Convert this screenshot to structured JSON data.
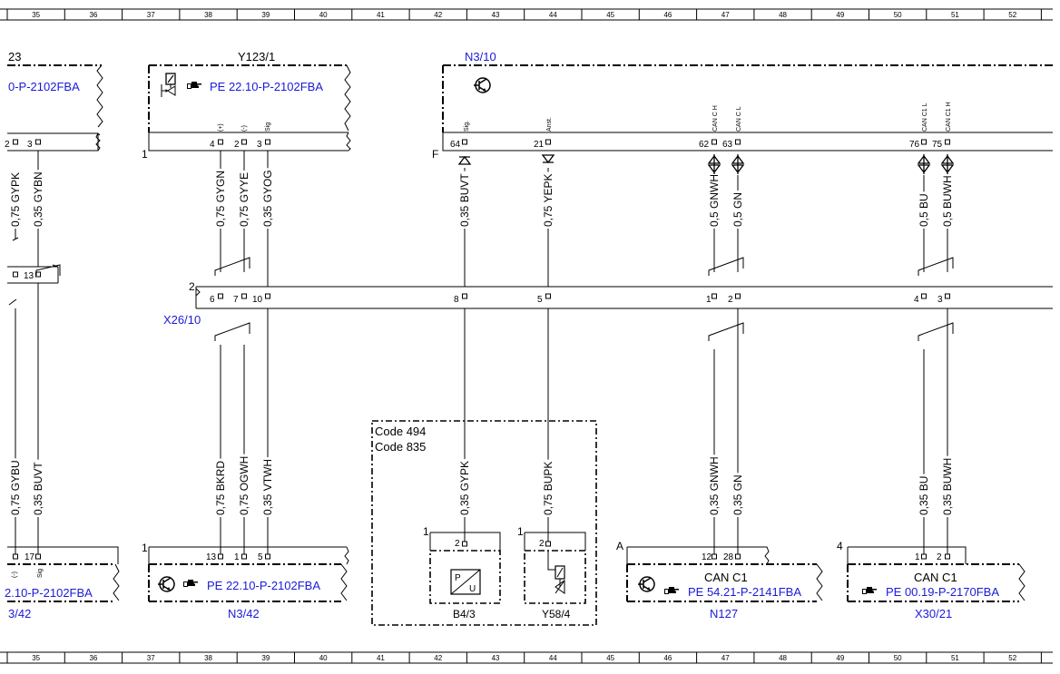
{
  "grid": {
    "columns": [
      "35",
      "36",
      "37",
      "38",
      "39",
      "40",
      "41",
      "42",
      "43",
      "44",
      "45",
      "46",
      "47",
      "48",
      "49",
      "50",
      "51",
      "52"
    ]
  },
  "components": {
    "left_top": {
      "code": "23",
      "ref": "0-P-2102FBA"
    },
    "y123_1": {
      "code": "Y123/1",
      "ref": "PE 22.10-P-2102FBA",
      "connector": "1"
    },
    "n3_10": {
      "code": "N3/10",
      "connector": "F"
    },
    "left_bottom": {
      "code": "3/42",
      "ref": "2.10-P-2102FBA"
    },
    "n3_42": {
      "code": "N3/42",
      "ref": "PE 22.10-P-2102FBA",
      "connector": "1"
    },
    "x26_10": {
      "code": "X26/10",
      "connector": "2"
    },
    "code_box": {
      "line1": "Code 494",
      "line2": "Code 835"
    },
    "b4_3": {
      "code": "B4/3",
      "connector": "1"
    },
    "y58_4": {
      "code": "Y58/4",
      "connector": "1"
    },
    "n127": {
      "code": "N127",
      "ref": "PE 54.21-P-2141FBA",
      "label": "CAN C1",
      "connector": "A"
    },
    "x30_21": {
      "code": "X30/21",
      "ref": "PE 00.19-P-2170FBA",
      "label": "CAN C1",
      "connector": "4"
    }
  },
  "pins": {
    "left_top": [
      "2",
      "3"
    ],
    "y123_1": [
      "4",
      "2",
      "3"
    ],
    "y123_1_sig": [
      "(+)",
      "(-)",
      "Sig"
    ],
    "n3_10": [
      "64",
      "21",
      "62",
      "63",
      "76",
      "75"
    ],
    "n3_10_sig": [
      "Sig.",
      "Anst.",
      "CAN C H",
      "CAN C L",
      "CAN C1 L",
      "CAN C1 H"
    ],
    "left_mid": [
      "13"
    ],
    "x26_10": [
      "6",
      "7",
      "10",
      "8",
      "5",
      "1",
      "2",
      "4",
      "3"
    ],
    "left_bottom": [
      "17"
    ],
    "left_bottom_sig": [
      "(-)",
      "Sig"
    ],
    "n3_42": [
      "13",
      "1",
      "5"
    ],
    "b4_3": [
      "2"
    ],
    "y58_4": [
      "2"
    ],
    "n127": [
      "12",
      "28"
    ],
    "x30_21": [
      "1",
      "2"
    ]
  },
  "wires": {
    "upper": [
      "0,75 GYPK",
      "0,35 GYBN",
      "0,75 GYGN",
      "0,75 GYYE",
      "0,35 GYOG",
      "0,35 BUVT",
      "0,75 YEPK",
      "0,5 GNWH",
      "0,5 GN",
      "0,5 BU",
      "0,5 BUWH"
    ],
    "lower": [
      "0,75 GYBU",
      "0,35 BUVT",
      "0,75 BKRD",
      "0,75 OGWH",
      "0,35 VTWH",
      "0,35 GYPK",
      "0,75 BUPK",
      "0,35 GNWH",
      "0,35 GN",
      "0,35 BU",
      "0,35 BUWH"
    ]
  },
  "icons": [
    "solenoid-valve-icon",
    "hand-pointer-icon",
    "transistor-icon",
    "pressure-sensor-icon"
  ],
  "colors": {
    "reference_text": "#1a1ad9",
    "lines": "#000000"
  }
}
